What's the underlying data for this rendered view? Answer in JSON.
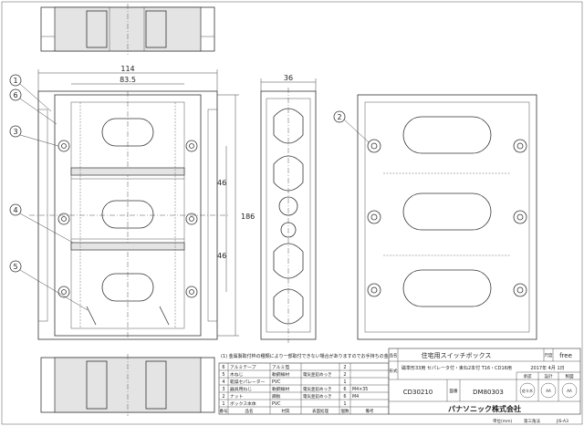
{
  "dimensions": {
    "top_width": "114",
    "inner_width": "83.5",
    "side_depth": "36",
    "height_total": "186",
    "pitch_upper": "46",
    "pitch_lower": "46"
  },
  "callouts": [
    "1",
    "6",
    "3",
    "4",
    "5",
    "2"
  ],
  "title_block": {
    "note": "(1) 金属製取付枠の種類により一部取付できない場合がありますのでお手持ちの金属製取付枠でご確認の上ご使用して下さい。",
    "scale_label": "尺度",
    "scale_value": "free",
    "product_label_type": "形式",
    "product_name_label": "品名",
    "product_name": "住宅用スイッチボックス",
    "spec": "磁単形33用 セパレータ付・束ね2本付 T16・CD16用",
    "date": "2017年 4月 1日",
    "approvals": [
      "承認",
      "設計",
      "製図"
    ],
    "model": "CD30210",
    "drawing_no_label": "図番",
    "drawing_no": "DM80303",
    "stamps": [
      "佐々木",
      "AA",
      "AA"
    ],
    "company": "パナソニック株式会社",
    "footer_units": "単位(mm)",
    "footer_proj": "第三角法",
    "footer_std": "JIS-A3",
    "parts_columns": [
      "番号",
      "品名",
      "材質",
      "表面処理",
      "個数",
      "備考"
    ],
    "parts": [
      {
        "no": "6",
        "name": "アルミテープ",
        "material": "アルミ箔",
        "finish": "",
        "qty": "2",
        "note": ""
      },
      {
        "no": "5",
        "name": "木ねじ",
        "material": "軟鋼線材",
        "finish": "電気亜鉛めっき",
        "qty": "2",
        "note": ""
      },
      {
        "no": "4",
        "name": "乾燥セパレーター",
        "material": "PVC",
        "finish": "",
        "qty": "1",
        "note": ""
      },
      {
        "no": "3",
        "name": "器具用ねじ",
        "material": "軟鋼線材",
        "finish": "電気亜鉛めっき",
        "qty": "6",
        "note": "M4×35"
      },
      {
        "no": "2",
        "name": "ナット",
        "material": "鋼板",
        "finish": "電気亜鉛めっき",
        "qty": "6",
        "note": "M4"
      },
      {
        "no": "1",
        "name": "ボックス本体",
        "material": "PVC",
        "finish": "",
        "qty": "1",
        "note": ""
      }
    ]
  }
}
